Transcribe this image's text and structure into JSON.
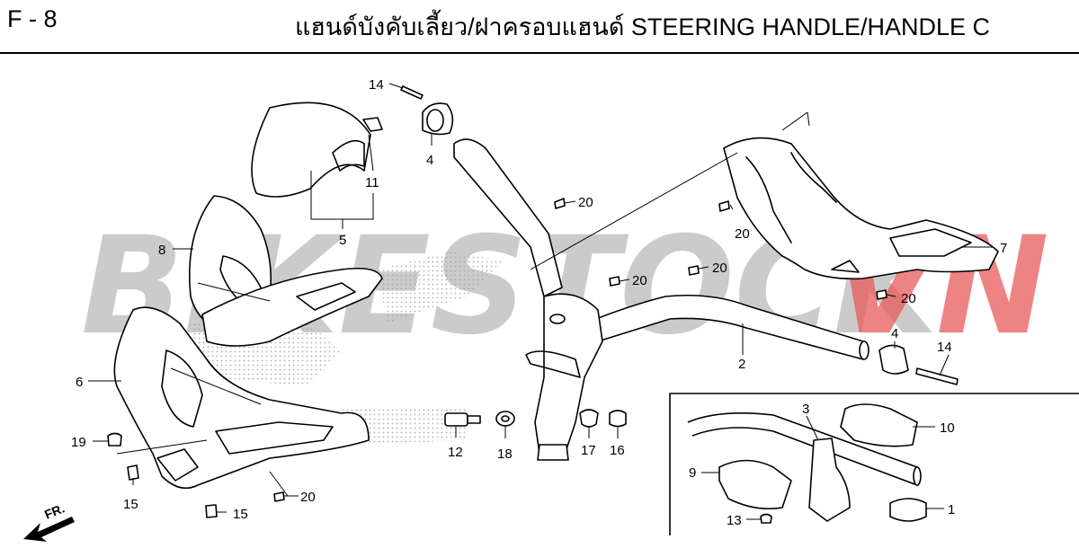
{
  "header": {
    "page_code": "F - 8",
    "title": "แฮนด์บังคับเลี้ยว/ฝาครอบแฮนด์   STEERING HANDLE/HANDLE C"
  },
  "watermark": {
    "part1": "BIKESTOCK",
    "part2": "VN",
    "color1": "#b9b9b9",
    "color2": "#e85a5a"
  },
  "direction": {
    "label": "FR."
  },
  "callouts": {
    "c14a": "14",
    "c4a": "4",
    "c11": "11",
    "c5": "5",
    "c8": "8",
    "c20a": "20",
    "c20b": "20",
    "c20c": "20",
    "c20d": "20",
    "c20e": "20",
    "c20f": "20",
    "c7": "7",
    "c6": "6",
    "c2": "2",
    "c4b": "4",
    "c14b": "14",
    "c19": "19",
    "c15a": "15",
    "c15b": "15",
    "c12": "12",
    "c18": "18",
    "c17": "17",
    "c16": "16",
    "c3": "3",
    "c10": "10",
    "c9": "9",
    "c13": "13",
    "c1": "1"
  }
}
